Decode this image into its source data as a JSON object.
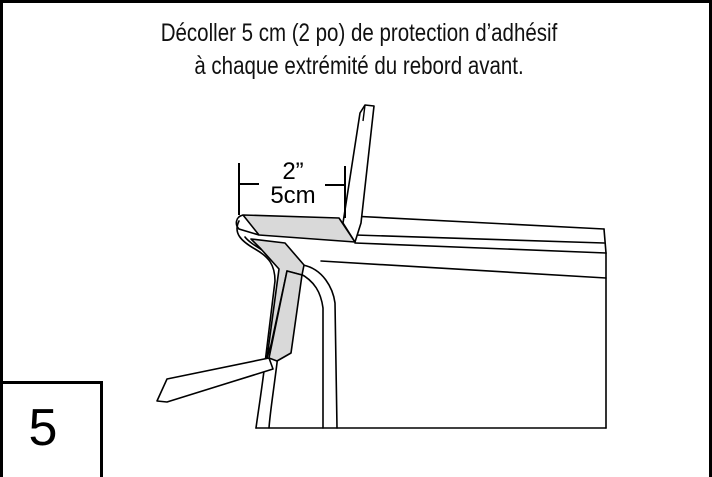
{
  "instruction": {
    "line1": "Décoller 5 cm (2 po) de protection d’adhésif",
    "line2": "à chaque extrémité du rebord avant."
  },
  "measurement": {
    "imperial": "2”",
    "metric": "5cm"
  },
  "step": {
    "number": "5"
  },
  "colors": {
    "line": "#000000",
    "adhesive_strip": "#d9d9d9",
    "background": "#ffffff"
  }
}
